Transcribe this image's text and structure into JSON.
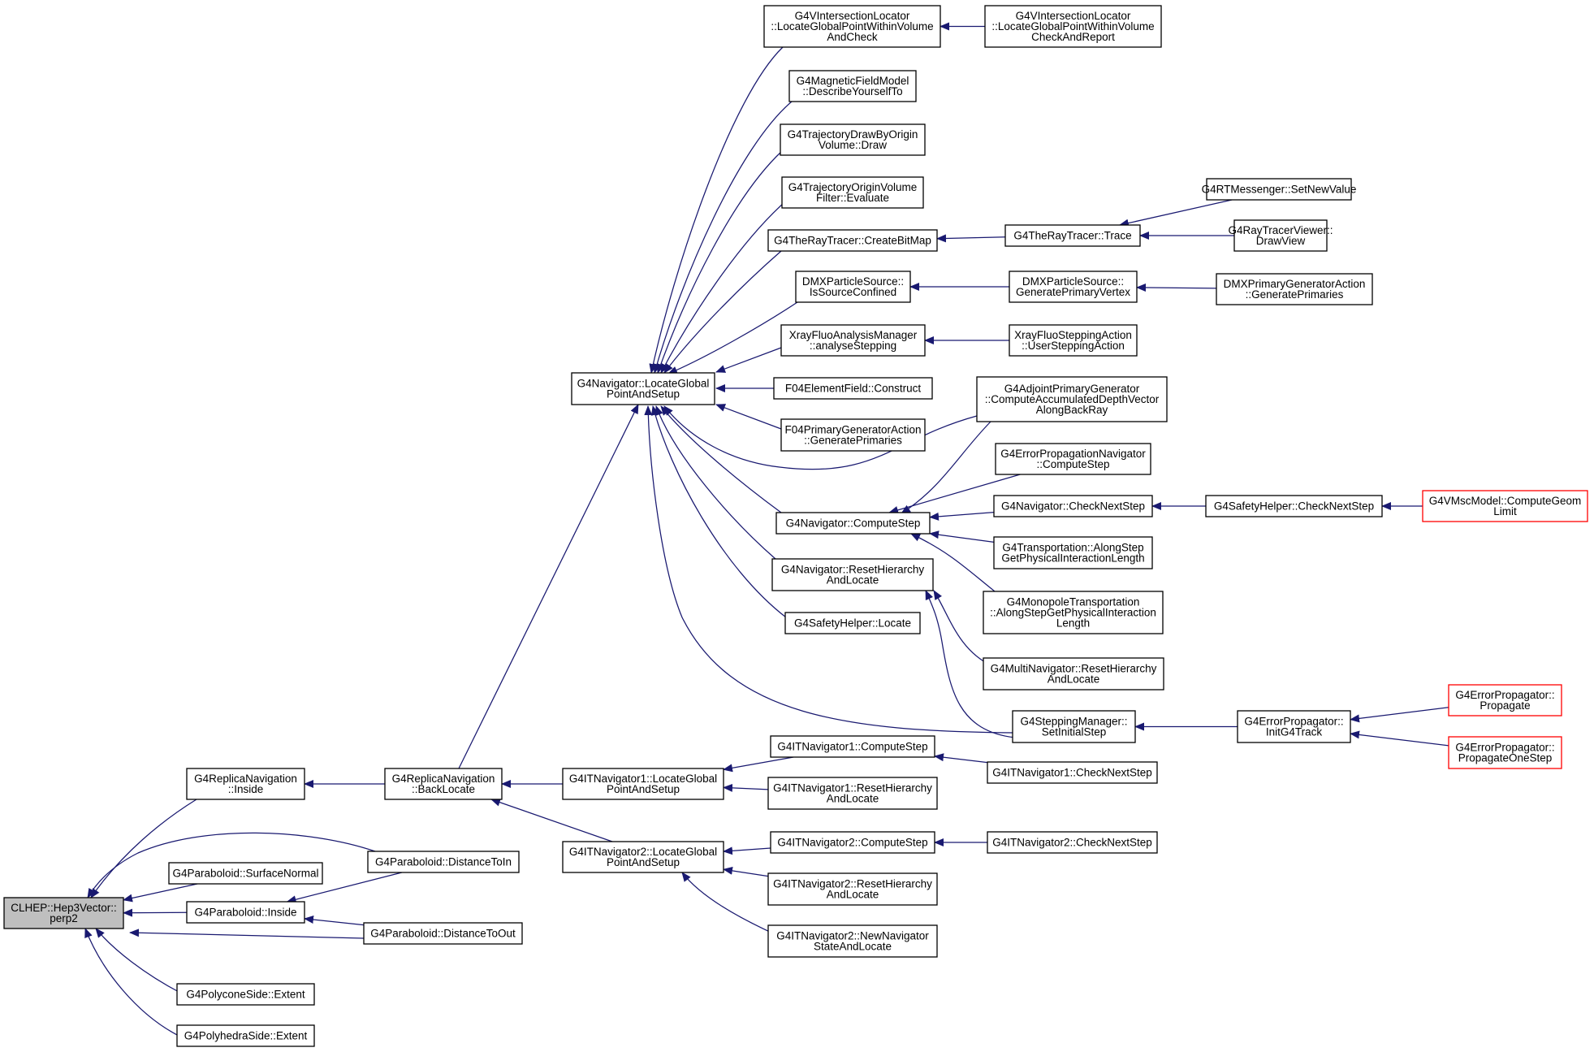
{
  "colors": {
    "edge": "#191970",
    "node_border": "#000000",
    "node_fill": "#ffffff",
    "root_fill": "#bfbfbf",
    "truncated_border": "#ff0000"
  },
  "nodes": [
    {
      "id": "root",
      "lines": [
        "CLHEP::Hep3Vector::",
        "perp2"
      ],
      "style": "root"
    },
    {
      "id": "repnav_inside",
      "lines": [
        "G4ReplicaNavigation",
        "::Inside"
      ]
    },
    {
      "id": "parab_surfnormal",
      "lines": [
        "G4Paraboloid::SurfaceNormal"
      ]
    },
    {
      "id": "parab_inside",
      "lines": [
        "G4Paraboloid::Inside"
      ]
    },
    {
      "id": "polycone_extent",
      "lines": [
        "G4PolyconeSide::Extent"
      ]
    },
    {
      "id": "polyhedra_extent",
      "lines": [
        "G4PolyhedraSide::Extent"
      ]
    },
    {
      "id": "repnav_backlocate",
      "lines": [
        "G4ReplicaNavigation",
        "::BackLocate"
      ]
    },
    {
      "id": "parab_distin",
      "lines": [
        "G4Paraboloid::DistanceToIn"
      ]
    },
    {
      "id": "parab_distout",
      "lines": [
        "G4Paraboloid::DistanceToOut"
      ]
    },
    {
      "id": "nav_lgps",
      "lines": [
        "G4Navigator::LocateGlobal",
        "PointAndSetup"
      ]
    },
    {
      "id": "itnav1_lgps",
      "lines": [
        "G4ITNavigator1::LocateGlobal",
        "PointAndSetup"
      ]
    },
    {
      "id": "itnav2_lgps",
      "lines": [
        "G4ITNavigator2::LocateGlobal",
        "PointAndSetup"
      ]
    },
    {
      "id": "vil_check",
      "lines": [
        "G4VIntersectionLocator",
        "::LocateGlobalPointWithinVolume",
        "AndCheck"
      ]
    },
    {
      "id": "magfield",
      "lines": [
        "G4MagneticFieldModel",
        "::DescribeYourselfTo"
      ]
    },
    {
      "id": "trajdraw",
      "lines": [
        "G4TrajectoryDrawByOrigin",
        "Volume::Draw"
      ]
    },
    {
      "id": "trajfilter",
      "lines": [
        "G4TrajectoryOriginVolume",
        "Filter::Evaluate"
      ]
    },
    {
      "id": "raytracer_cbm",
      "lines": [
        "G4TheRayTracer::CreateBitMap"
      ]
    },
    {
      "id": "dmx_confined",
      "lines": [
        "DMXParticleSource::",
        "IsSourceConfined"
      ]
    },
    {
      "id": "xray_analyse",
      "lines": [
        "XrayFluoAnalysisManager",
        "::analyseStepping"
      ]
    },
    {
      "id": "f04_field",
      "lines": [
        "F04ElementField::Construct"
      ]
    },
    {
      "id": "f04_primgen",
      "lines": [
        "F04PrimaryGeneratorAction",
        "::GeneratePrimaries"
      ]
    },
    {
      "id": "nav_computestep",
      "lines": [
        "G4Navigator::ComputeStep"
      ]
    },
    {
      "id": "nav_resethier",
      "lines": [
        "G4Navigator::ResetHierarchy",
        "AndLocate"
      ]
    },
    {
      "id": "safety_locate",
      "lines": [
        "G4SafetyHelper::Locate"
      ]
    },
    {
      "id": "itnav1_cs",
      "lines": [
        "G4ITNavigator1::ComputeStep"
      ]
    },
    {
      "id": "itnav1_rh",
      "lines": [
        "G4ITNavigator1::ResetHierarchy",
        "AndLocate"
      ]
    },
    {
      "id": "itnav2_cs",
      "lines": [
        "G4ITNavigator2::ComputeStep"
      ]
    },
    {
      "id": "itnav2_rh",
      "lines": [
        "G4ITNavigator2::ResetHierarchy",
        "AndLocate"
      ]
    },
    {
      "id": "itnav2_nns",
      "lines": [
        "G4ITNavigator2::NewNavigator",
        "StateAndLocate"
      ]
    },
    {
      "id": "vil_report",
      "lines": [
        "G4VIntersectionLocator",
        "::LocateGlobalPointWithinVolume",
        "CheckAndReport"
      ]
    },
    {
      "id": "raytracer_trace",
      "lines": [
        "G4TheRayTracer::Trace"
      ]
    },
    {
      "id": "dmx_genvertex",
      "lines": [
        "DMXParticleSource::",
        "GeneratePrimaryVertex"
      ]
    },
    {
      "id": "xray_usa",
      "lines": [
        "XrayFluoSteppingAction",
        "::UserSteppingAction"
      ]
    },
    {
      "id": "adjoint",
      "lines": [
        "G4AdjointPrimaryGenerator",
        "::ComputeAccumulatedDepthVector",
        "AlongBackRay"
      ]
    },
    {
      "id": "errpropnav",
      "lines": [
        "G4ErrorPropagationNavigator",
        "::ComputeStep"
      ]
    },
    {
      "id": "nav_checknext",
      "lines": [
        "G4Navigator::CheckNextStep"
      ]
    },
    {
      "id": "transportation",
      "lines": [
        "G4Transportation::AlongStep",
        "GetPhysicalInteractionLength"
      ]
    },
    {
      "id": "monopole",
      "lines": [
        "G4MonopoleTransportation",
        "::AlongStepGetPhysicalInteraction",
        "Length"
      ]
    },
    {
      "id": "multinav",
      "lines": [
        "G4MultiNavigator::ResetHierarchy",
        "AndLocate"
      ]
    },
    {
      "id": "stepping_initial",
      "lines": [
        "G4SteppingManager::",
        "SetInitialStep"
      ]
    },
    {
      "id": "itnav1_cns",
      "lines": [
        "G4ITNavigator1::CheckNextStep"
      ]
    },
    {
      "id": "itnav2_cns",
      "lines": [
        "G4ITNavigator2::CheckNextStep"
      ]
    },
    {
      "id": "rtmessenger",
      "lines": [
        "G4RTMessenger::SetNewValue"
      ]
    },
    {
      "id": "rtviewer",
      "lines": [
        "G4RayTracerViewer::",
        "DrawView"
      ]
    },
    {
      "id": "dmx_genprim",
      "lines": [
        "DMXPrimaryGeneratorAction",
        "::GeneratePrimaries"
      ]
    },
    {
      "id": "safety_cns",
      "lines": [
        "G4SafetyHelper::CheckNextStep"
      ]
    },
    {
      "id": "errprop_init",
      "lines": [
        "G4ErrorPropagator::",
        "InitG4Track"
      ]
    },
    {
      "id": "vmsc",
      "lines": [
        "G4VMscModel::ComputeGeom",
        "Limit"
      ],
      "style": "truncated"
    },
    {
      "id": "errprop_prop",
      "lines": [
        "G4ErrorPropagator::",
        "Propagate"
      ],
      "style": "truncated"
    },
    {
      "id": "errprop_one",
      "lines": [
        "G4ErrorPropagator::",
        "PropagateOneStep"
      ],
      "style": "truncated"
    }
  ],
  "edges": [
    {
      "from": "repnav_inside",
      "to": "root"
    },
    {
      "from": "parab_distin",
      "to": "root"
    },
    {
      "from": "parab_surfnormal",
      "to": "root"
    },
    {
      "from": "parab_inside",
      "to": "root"
    },
    {
      "from": "parab_distout",
      "to": "root"
    },
    {
      "from": "polycone_extent",
      "to": "root"
    },
    {
      "from": "polyhedra_extent",
      "to": "root"
    },
    {
      "from": "repnav_backlocate",
      "to": "repnav_inside"
    },
    {
      "from": "parab_distin",
      "to": "parab_inside"
    },
    {
      "from": "parab_distout",
      "to": "parab_inside"
    },
    {
      "from": "nav_lgps",
      "to": "repnav_backlocate"
    },
    {
      "from": "itnav1_lgps",
      "to": "repnav_backlocate"
    },
    {
      "from": "itnav2_lgps",
      "to": "repnav_backlocate"
    },
    {
      "from": "vil_check",
      "to": "nav_lgps"
    },
    {
      "from": "magfield",
      "to": "nav_lgps"
    },
    {
      "from": "trajdraw",
      "to": "nav_lgps"
    },
    {
      "from": "trajfilter",
      "to": "nav_lgps"
    },
    {
      "from": "raytracer_cbm",
      "to": "nav_lgps"
    },
    {
      "from": "dmx_confined",
      "to": "nav_lgps"
    },
    {
      "from": "xray_analyse",
      "to": "nav_lgps"
    },
    {
      "from": "f04_field",
      "to": "nav_lgps"
    },
    {
      "from": "f04_primgen",
      "to": "nav_lgps"
    },
    {
      "from": "adjoint",
      "to": "nav_lgps"
    },
    {
      "from": "nav_computestep",
      "to": "nav_lgps"
    },
    {
      "from": "nav_resethier",
      "to": "nav_lgps"
    },
    {
      "from": "safety_locate",
      "to": "nav_lgps"
    },
    {
      "from": "stepping_initial",
      "to": "nav_lgps"
    },
    {
      "from": "itnav1_cs",
      "to": "itnav1_lgps"
    },
    {
      "from": "itnav1_rh",
      "to": "itnav1_lgps"
    },
    {
      "from": "itnav2_cs",
      "to": "itnav2_lgps"
    },
    {
      "from": "itnav2_rh",
      "to": "itnav2_lgps"
    },
    {
      "from": "itnav2_nns",
      "to": "itnav2_lgps"
    },
    {
      "from": "vil_report",
      "to": "vil_check"
    },
    {
      "from": "raytracer_trace",
      "to": "raytracer_cbm"
    },
    {
      "from": "dmx_genvertex",
      "to": "dmx_confined"
    },
    {
      "from": "xray_usa",
      "to": "xray_analyse"
    },
    {
      "from": "adjoint",
      "to": "nav_computestep"
    },
    {
      "from": "errpropnav",
      "to": "nav_computestep"
    },
    {
      "from": "nav_checknext",
      "to": "nav_computestep"
    },
    {
      "from": "transportation",
      "to": "nav_computestep"
    },
    {
      "from": "monopole",
      "to": "nav_computestep"
    },
    {
      "from": "multinav",
      "to": "nav_resethier"
    },
    {
      "from": "stepping_initial",
      "to": "nav_resethier"
    },
    {
      "from": "itnav1_cns",
      "to": "itnav1_cs"
    },
    {
      "from": "itnav2_cns",
      "to": "itnav2_cs"
    },
    {
      "from": "rtmessenger",
      "to": "raytracer_trace"
    },
    {
      "from": "rtviewer",
      "to": "raytracer_trace"
    },
    {
      "from": "dmx_genprim",
      "to": "dmx_genvertex"
    },
    {
      "from": "safety_cns",
      "to": "nav_checknext"
    },
    {
      "from": "vmsc",
      "to": "safety_cns"
    },
    {
      "from": "errprop_init",
      "to": "stepping_initial"
    },
    {
      "from": "errprop_prop",
      "to": "errprop_init"
    },
    {
      "from": "errprop_one",
      "to": "errprop_init"
    }
  ]
}
